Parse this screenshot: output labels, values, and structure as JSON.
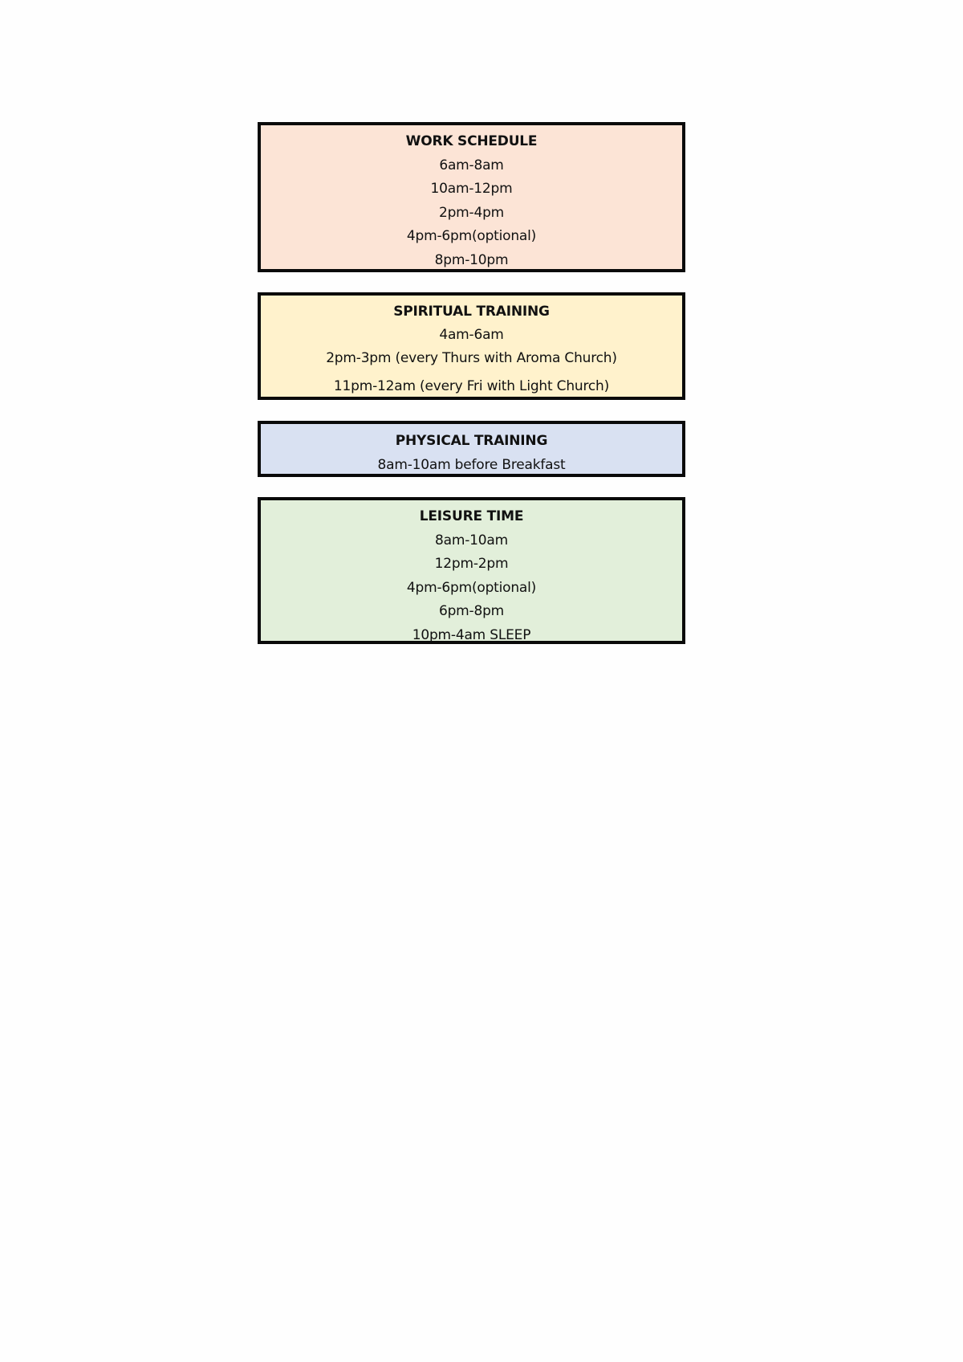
{
  "sections": {
    "work": {
      "title": "WORK SCHEDULE",
      "color": "#fce4d6",
      "lines": [
        "6am-8am",
        "10am-12pm",
        "2pm-4pm",
        "4pm-6pm(optional)",
        "8pm-10pm"
      ]
    },
    "spiritual": {
      "title": "SPIRITUAL TRAINING",
      "color": "#fff2cc",
      "lines": [
        "4am-6am",
        "2pm-3pm (every Thurs with Aroma Church)",
        "11pm-12am (every Fri with Light Church)"
      ]
    },
    "physical": {
      "title": "PHYSICAL TRAINING",
      "color": "#d9e1f2",
      "lines": [
        "8am-10am before Breakfast"
      ]
    },
    "leisure": {
      "title": "LEISURE TIME",
      "color": "#e2efda",
      "lines": [
        "8am-10am",
        "12pm-2pm",
        "4pm-6pm(optional)",
        "6pm-8pm",
        "10pm-4am SLEEP"
      ]
    }
  }
}
